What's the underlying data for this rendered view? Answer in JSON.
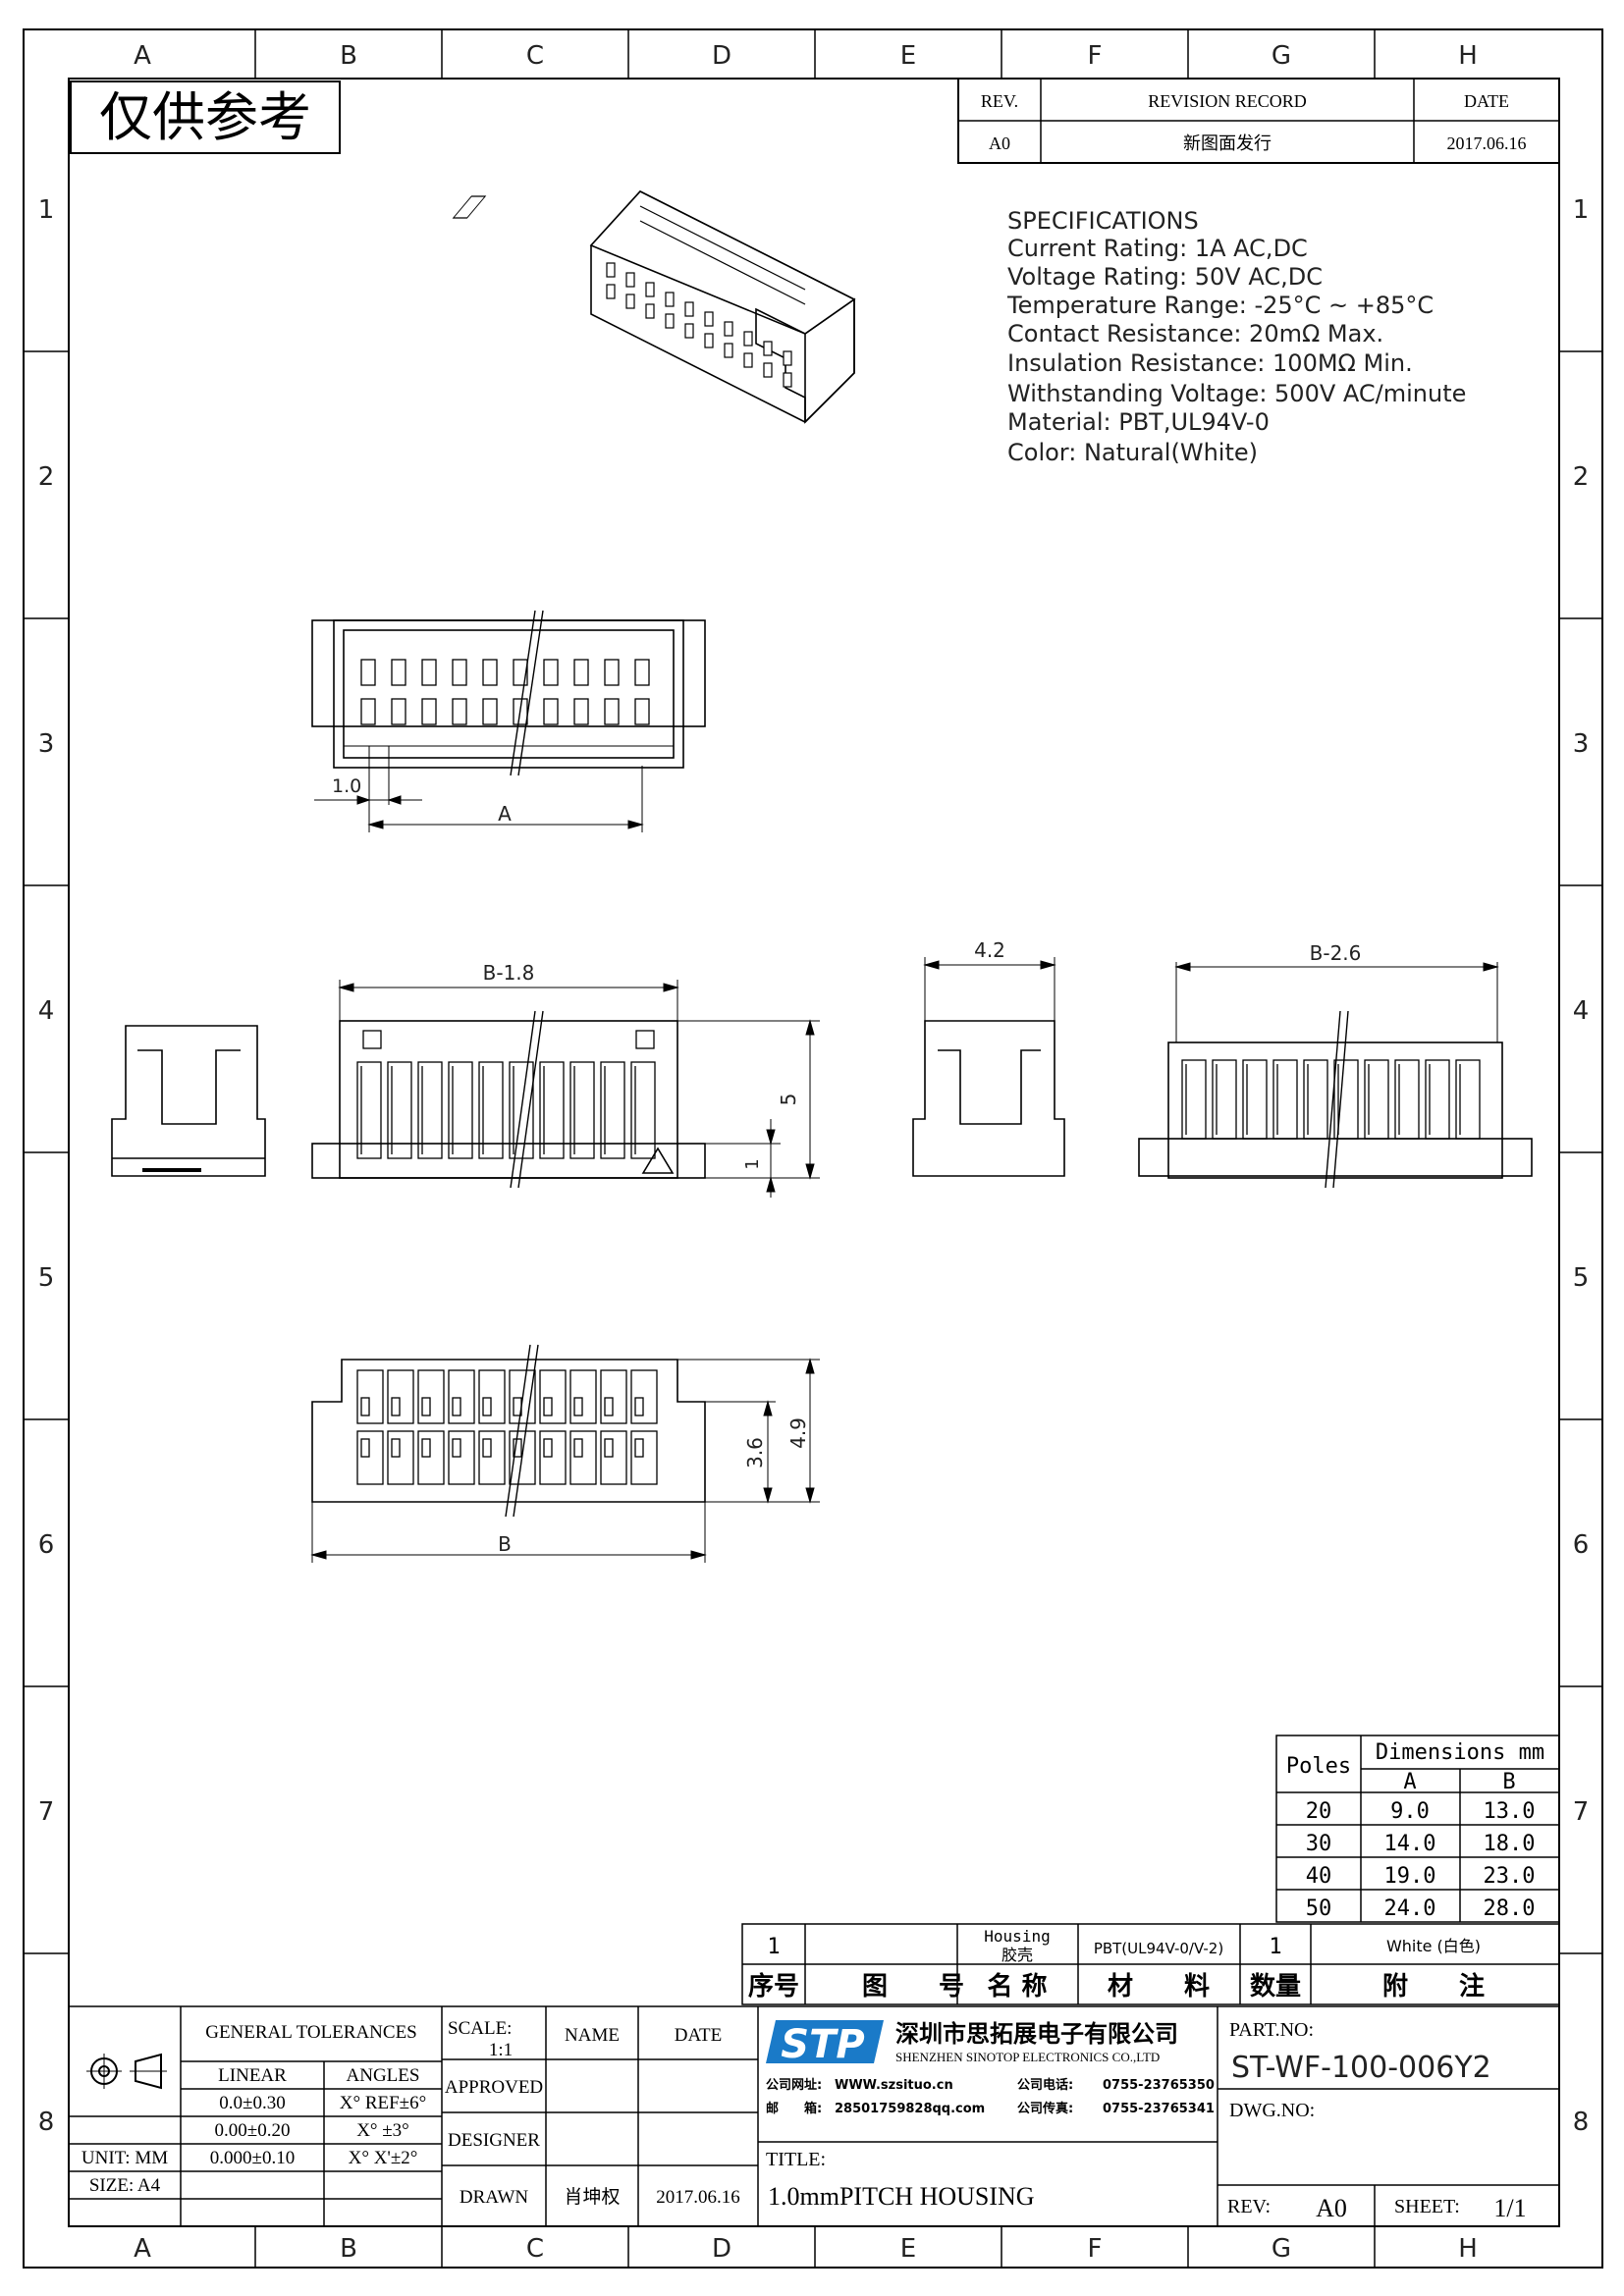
{
  "frame": {
    "columns": [
      "A",
      "B",
      "C",
      "D",
      "E",
      "F",
      "G",
      "H"
    ],
    "rows": [
      "1",
      "2",
      "3",
      "4",
      "5",
      "6",
      "7",
      "8"
    ]
  },
  "stamp": "仅供参考",
  "revision": {
    "headers": [
      "REV.",
      "REVISION RECORD",
      "DATE"
    ],
    "rev": "A0",
    "record": "新图面发行",
    "date": "2017.06.16"
  },
  "specifications": {
    "title": "SPECIFICATIONS",
    "lines": [
      "Current Rating: 1A AC,DC",
      "Voltage Rating: 50V AC,DC",
      "Temperature Range: -25°C ~ +85°C",
      "Contact Resistance: 20mΩ Max.",
      "Insulation Resistance: 100MΩ Min.",
      "Withstanding Voltage: 500V AC/minute",
      "Material: PBT,UL94V-0",
      "Color: Natural(White)"
    ]
  },
  "dims": {
    "pitch": "1.0",
    "a": "A",
    "b_minus_18": "B-1.8",
    "depth": "4.2",
    "b_minus_26": "B-2.6",
    "height": "5",
    "base": "1",
    "h1": "3.6",
    "h2": "4.9",
    "b": "B"
  },
  "dimension_table": {
    "poles_header": "Poles",
    "dims_header": "Dimensions mm",
    "col_a": "A",
    "col_b": "B",
    "rows": [
      {
        "poles": "20",
        "a": "9.0",
        "b": "13.0"
      },
      {
        "poles": "30",
        "a": "14.0",
        "b": "18.0"
      },
      {
        "poles": "40",
        "a": "19.0",
        "b": "23.0"
      },
      {
        "poles": "50",
        "a": "24.0",
        "b": "28.0"
      }
    ]
  },
  "bom": {
    "item": "1",
    "part_name_en": "Housing",
    "part_name_cn": "胶壳",
    "material": "PBT(UL94V-0/V-2)",
    "qty": "1",
    "note": "White (白色)",
    "headers": [
      "序号",
      "图　　号",
      "名 称",
      "材　　料",
      "数量",
      "附　　注"
    ]
  },
  "title_block": {
    "general_tolerances": "GENERAL TOLERANCES",
    "linear": "LINEAR",
    "angles": "ANGLES",
    "tol": [
      {
        "linear": "0.0±0.30",
        "angle": "X° REF±6°"
      },
      {
        "linear": "0.00±0.20",
        "angle": "X° ±3°"
      },
      {
        "linear": "0.000±0.10",
        "angle": "X° X'±2°"
      }
    ],
    "unit": "UNIT: MM",
    "size": "SIZE: A4",
    "scale_label": "SCALE:",
    "scale_value": "1:1",
    "name": "NAME",
    "date": "DATE",
    "approved": "APPROVED",
    "designer": "DESIGNER",
    "drawn": "DRAWN",
    "drawn_name": "肖坤权",
    "drawn_date": "2017.06.16",
    "logo": "STP",
    "company_cn": "深圳市思拓展电子有限公司",
    "company_en": "SHENZHEN SINOTOP ELECTRONICS CO.,LTD",
    "website_label": "公司网址:",
    "website": "WWW.szsituo.cn",
    "tel_label": "公司电话:",
    "tel": "0755-23765350",
    "email_label": "邮　　箱:",
    "email": "28501759828qq.com",
    "fax_label": "公司传真:",
    "fax": "0755-23765341",
    "title_label": "TITLE:",
    "title": "1.0mmPITCH HOUSING",
    "part_no_label": "PART.NO:",
    "part_no": "ST-WF-100-006Y2",
    "dwg_no_label": "DWG.NO:",
    "rev_label": "REV:",
    "rev": "A0",
    "sheet_label": "SHEET:",
    "sheet": "1/1"
  }
}
